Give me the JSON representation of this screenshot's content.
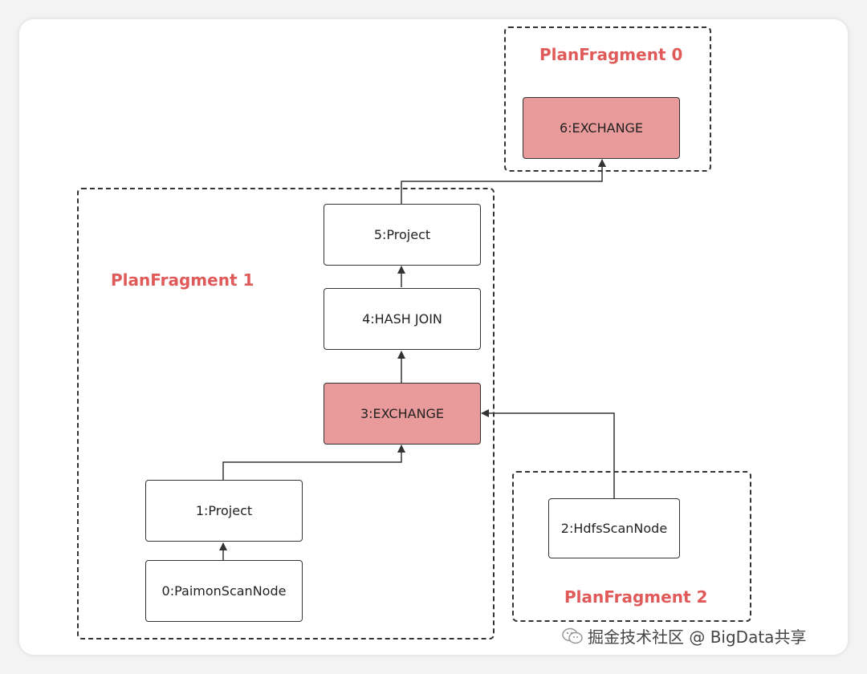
{
  "colors": {
    "exchange_fill": "#e99a9a",
    "fragment_label": "#e05a5a",
    "line": "#333333"
  },
  "fragments": {
    "f0": {
      "label": "PlanFragment 0"
    },
    "f1": {
      "label": "PlanFragment 1"
    },
    "f2": {
      "label": "PlanFragment 2"
    }
  },
  "nodes": {
    "n6": {
      "label": "6:EXCHANGE"
    },
    "n5": {
      "label": "5:Project"
    },
    "n4": {
      "label": "4:HASH JOIN"
    },
    "n3": {
      "label": "3:EXCHANGE"
    },
    "n1": {
      "label": "1:Project"
    },
    "n0": {
      "label": "0:PaimonScanNode"
    },
    "n2": {
      "label": "2:HdfsScanNode"
    }
  },
  "watermark": {
    "icon": "wechat-icon",
    "text": "掘金技术社区 @ BigData共享"
  }
}
